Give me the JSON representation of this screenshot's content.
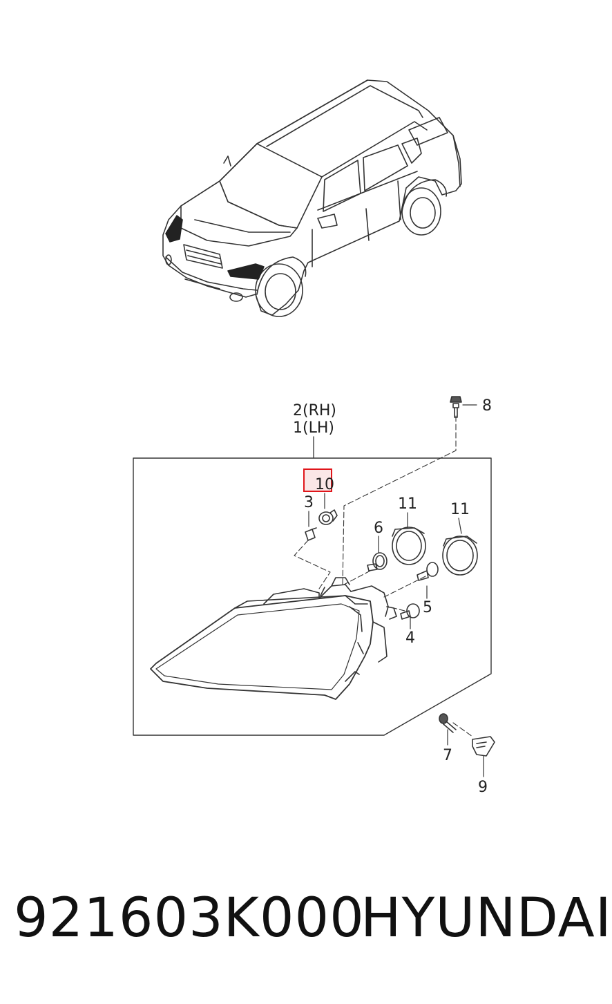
{
  "diagram": {
    "labels": {
      "rh": "2(RH)",
      "lh": "1(LH)",
      "p3": "3",
      "p4": "4",
      "p5": "5",
      "p6": "6",
      "p7": "7",
      "p8": "8",
      "p9": "9",
      "p10": "10",
      "p11a": "11",
      "p11b": "11"
    },
    "highlight_color": "#e0161b"
  },
  "footer": {
    "part_number": "921603K000",
    "brand": "HYUNDAI"
  }
}
